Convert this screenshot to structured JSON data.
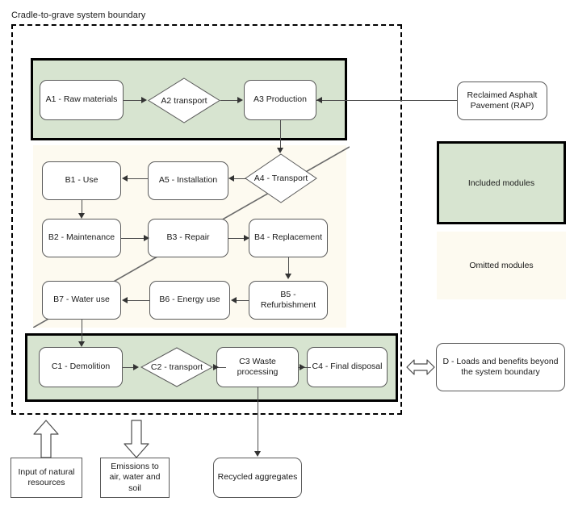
{
  "diagram": {
    "boundary_label": "Cradle-to-grave system boundary",
    "stage_a": {
      "nodes": [
        {
          "id": "A1",
          "label": "A1 - Raw materials",
          "shape": "rect"
        },
        {
          "id": "A2",
          "label": "A2 transport",
          "shape": "diamond"
        },
        {
          "id": "A3",
          "label": "A3 Production",
          "shape": "rect"
        }
      ]
    },
    "stage_b": {
      "nodes": [
        {
          "id": "A4",
          "label": "A4 - Transport",
          "shape": "diamond"
        },
        {
          "id": "A5",
          "label": "A5 - Installation",
          "shape": "rect"
        },
        {
          "id": "B1",
          "label": "B1 - Use",
          "shape": "rect"
        },
        {
          "id": "B2",
          "label": "B2 - Maintenance",
          "shape": "rect"
        },
        {
          "id": "B3",
          "label": "B3 - Repair",
          "shape": "rect"
        },
        {
          "id": "B4",
          "label": "B4 - Replacement",
          "shape": "rect"
        },
        {
          "id": "B5",
          "label": "B5 - Refurbishment",
          "shape": "rect"
        },
        {
          "id": "B6",
          "label": "B6 - Energy use",
          "shape": "rect"
        },
        {
          "id": "B7",
          "label": "B7 - Water use",
          "shape": "rect"
        }
      ]
    },
    "stage_c": {
      "nodes": [
        {
          "id": "C1",
          "label": "C1 - Demolition",
          "shape": "rect"
        },
        {
          "id": "C2",
          "label": "C2 - transport",
          "shape": "diamond"
        },
        {
          "id": "C3",
          "label": "C3 Waste processing",
          "shape": "rect"
        },
        {
          "id": "C4",
          "label": "C4 - Final disposal",
          "shape": "rect"
        }
      ]
    },
    "external": {
      "rap": "Reclaimed Asphalt Pavement (RAP)",
      "module_d": "D - Loads and benefits beyond the system boundary",
      "recycled": "Recycled aggregates",
      "input_resources": "Input of natural resources",
      "emissions": "Emissions to air, water and soil"
    },
    "legend": {
      "included": "Included modules",
      "omitted": "Omitted modules"
    },
    "colors": {
      "included_fill": "#d7e4d0",
      "omitted_fill": "#fdfaf0",
      "node_fill": "#ffffff",
      "stroke": "#5a5a5a",
      "boundary_stroke": "#000000"
    }
  }
}
